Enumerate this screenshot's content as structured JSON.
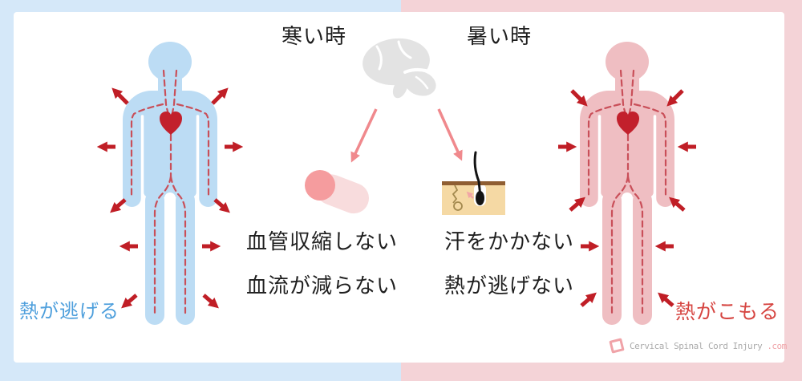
{
  "cold_side": {
    "condition": "寒い時",
    "findings": [
      "血管収縮しない",
      "血流が減らない"
    ],
    "result": "熱が逃げる"
  },
  "hot_side": {
    "condition": "暑い時",
    "findings": [
      "汗をかかない",
      "熱が逃げない"
    ],
    "result": "熱がこもる"
  },
  "watermark": {
    "site": "Cervical Spinal Cord Injury",
    "tld": ".com"
  },
  "icons": {
    "brain": "brain-icon",
    "blood_vessel": "dilated-blood-vessel-icon",
    "skin": "skin-sweat-gland-icon",
    "heart": "heart-icon"
  },
  "colors": {
    "cold_bg": "#D5E8F9",
    "hot_bg": "#F4D3D7",
    "panel": "#FFFFFF",
    "figure_cold": "#BCDCF4",
    "figure_hot": "#EFBEC2",
    "heart": "#C2202C",
    "arrow": "#C01E26",
    "vessel_dash": "#C94F59",
    "signal_arrow": "#F0898D",
    "brain": "#E3E3E3",
    "cold_text": "#4E9FDC",
    "hot_text": "#D64541",
    "skin": "#F5D9A4",
    "skin_surface": "#8F5E32",
    "gland": "#A3894E",
    "vessel_body": "#F8DCDD",
    "vessel_cap": "#F59C9E",
    "watermark_gray": "#ABABAB",
    "watermark_pink": "#F0A3A8"
  }
}
